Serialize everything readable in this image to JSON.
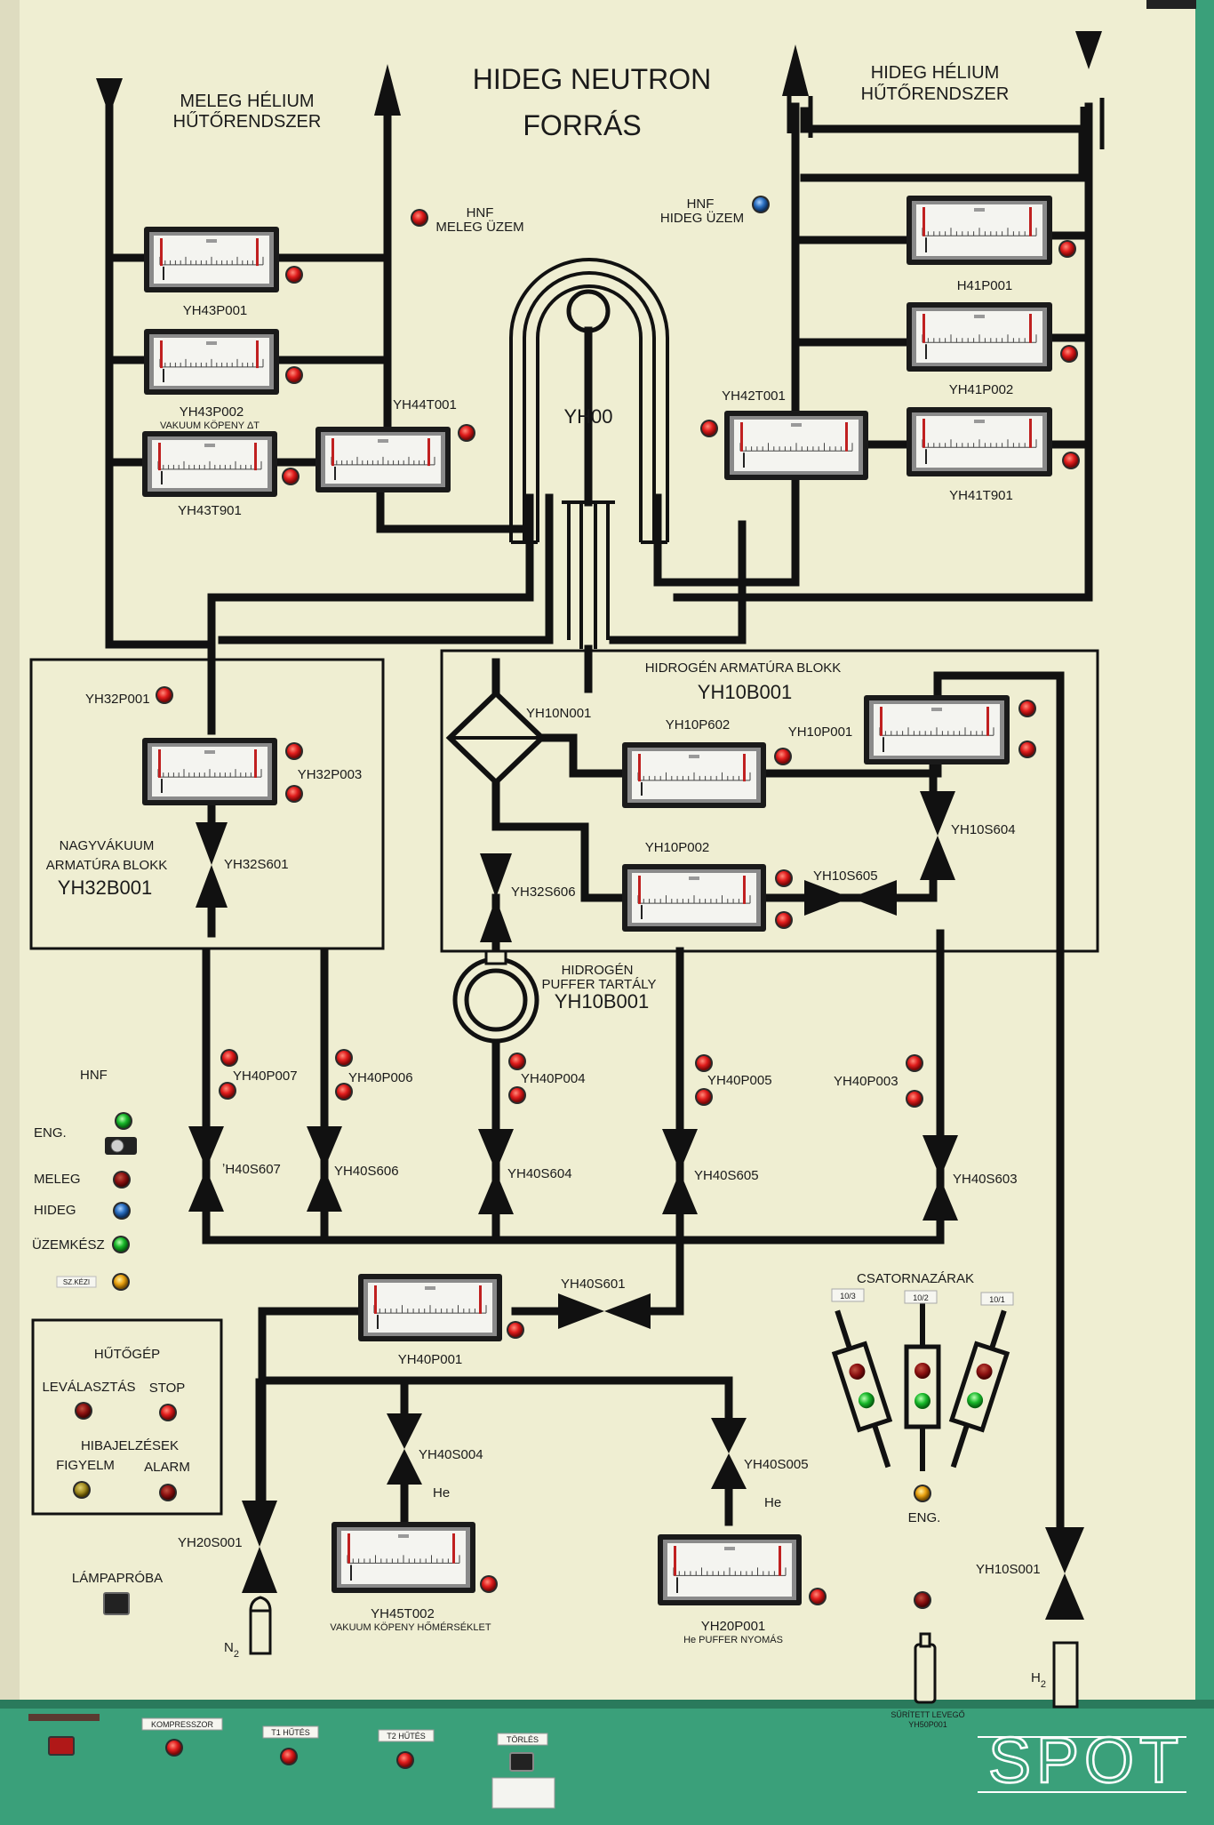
{
  "title": [
    "HIDEG NEUTRON",
    "FORRÁS"
  ],
  "warm_helium": [
    "MELEG HÉLIUM",
    "HŰTŐRENDSZER"
  ],
  "cold_helium": [
    "HIDEG HÉLIUM",
    "HŰTŐRENDSZER"
  ],
  "hnf_warm": [
    "HNF",
    "MELEG ÜZEM"
  ],
  "hnf_cold": [
    "HNF",
    "HIDEG ÜZEM"
  ],
  "core": "YH00",
  "gauges": {
    "YH43P001": "YH43P001",
    "YH43P002": "YH43P002",
    "YH43P002_sub": "VAKUUM KÖPENY ΔT",
    "YH43T901": "YH43T901",
    "YH44T001": "YH44T001",
    "YH42T001": "YH42T001",
    "H41P001": "H41P001",
    "YH41P002": "YH41P002",
    "YH41T901": "YH41T901",
    "YH32P003": "YH32P003",
    "YH10P602": "YH10P602",
    "YH10P001": "YH10P001",
    "YH10P002": "YH10P002",
    "YH40P001": "YH40P001",
    "YH45T002": "YH45T002",
    "YH45T002_sub": "VAKUUM KÖPENY HŐMÉRSÉKLET",
    "YH20P001": "YH20P001",
    "YH20P001_sub": "He PUFFER NYOMÁS"
  },
  "hv_block": [
    "NAGYVÁKUUM",
    "ARMATÚRA BLOKK",
    "YH32B001"
  ],
  "h_block": [
    "HIDROGÉN ARMATÚRA BLOKK",
    "YH10B001"
  ],
  "buffer": [
    "HIDROGÉN",
    "PUFFER TARTÁLY",
    "YH10B001"
  ],
  "labels": {
    "YH32P001": "YH32P001",
    "YH32S601": "YH32S601",
    "YH10N001": "YH10N001",
    "YH32S606": "YH32S606",
    "YH10S605": "YH10S605",
    "YH10S604": "YH10S604",
    "YH40P007": "YH40P007",
    "YH40P006": "YH40P006",
    "YH40P004": "YH40P004",
    "YH40P005": "YH40P005",
    "YH40P003": "YH40P003",
    "YH40S607": "ʼH40S607",
    "YH40S606": "YH40S606",
    "YH40S604": "YH40S604",
    "YH40S605": "YH40S605",
    "YH40S603": "YH40S603",
    "YH40S601": "YH40S601",
    "YH40S004": "YH40S004",
    "YH40S005": "YH40S005",
    "He1": "He",
    "He2": "He",
    "YH20S001": "YH20S001",
    "YH10S001": "YH10S001",
    "N2": "N",
    "N2_sub": "2",
    "H2": "H",
    "H2_sub": "2"
  },
  "status_panel": {
    "hnf": "HNF",
    "eng": "ENG.",
    "meleg": "MELEG",
    "hideg": "HIDEG",
    "uzemkesz": "ÜZEMKÉSZ",
    "sz_kezi": "SZ.KÉZI"
  },
  "chiller": {
    "title": "HŰTŐGÉP",
    "separation": "LEVÁLASZTÁS",
    "stop": "STOP",
    "faults": "HIBAJELZÉSEK",
    "attention": "FIGYELM",
    "alarm": "ALARM"
  },
  "lamp_test": "LÁMPAPRÓBA",
  "channel_locks": {
    "title": "CSATORNAZÁRAK",
    "ch1": "10/3",
    "ch2": "10/2",
    "ch3": "10/1",
    "eng": "ENG."
  },
  "compressed_air": [
    "SŰRÍTETT LEVEGŐ",
    "YH50P001"
  ],
  "bottom_bar": {
    "compressor": "KOMPRESSZOR",
    "t1": "T1 HŰTÉS",
    "t2": "T2 HŰTÉS",
    "delete": "TÖRLÉS"
  },
  "watermark": "SPOT",
  "colors": {
    "panel": "#efeed2",
    "frame": "#3aa07a",
    "pipe": "#111111",
    "lamp_red": "#d01818",
    "lamp_dark_red": "#8a1010",
    "lamp_green": "#18b82a",
    "lamp_blue": "#2a6ec0",
    "lamp_amber": "#e8a010"
  }
}
